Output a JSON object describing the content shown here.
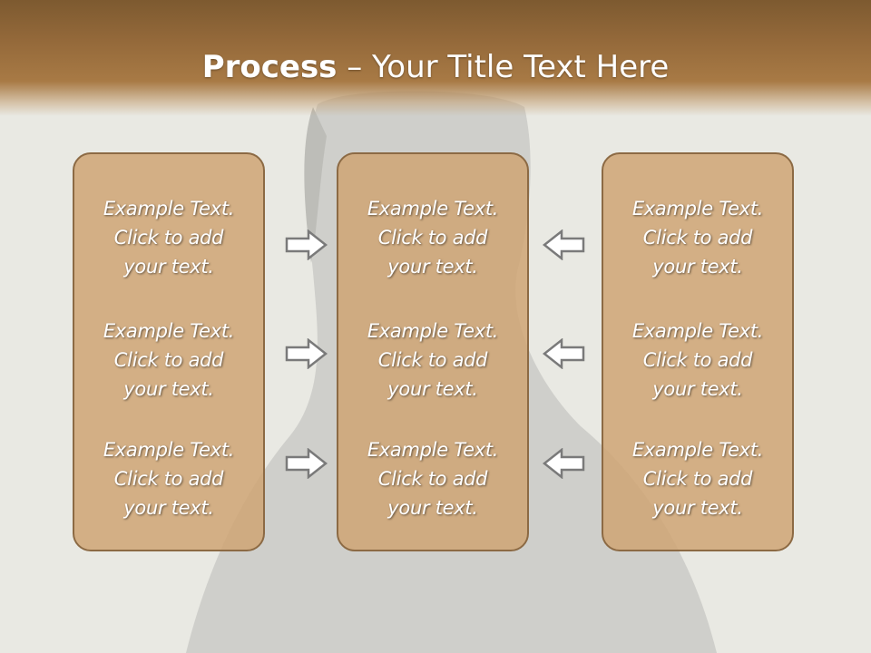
{
  "slide": {
    "title_bold": "Process",
    "title_rest": " – Your Title Text Here"
  },
  "columns": [
    {
      "items": [
        {
          "line1": "Example Text.",
          "line2": "Click  to add",
          "line3": "your text."
        },
        {
          "line1": "Example Text.",
          "line2": "Click  to add",
          "line3": "your text."
        },
        {
          "line1": "Example Text.",
          "line2": "Click  to add",
          "line3": "your text."
        }
      ]
    },
    {
      "items": [
        {
          "line1": "Example Text.",
          "line2": "Click  to add",
          "line3": "your text."
        },
        {
          "line1": "Example Text.",
          "line2": "Click  to add",
          "line3": "your text."
        },
        {
          "line1": "Example Text.",
          "line2": "Click  to add",
          "line3": "your text."
        }
      ]
    },
    {
      "items": [
        {
          "line1": "Example Text.",
          "line2": "Click  to add",
          "line3": "your text."
        },
        {
          "line1": "Example Text.",
          "line2": "Click  to add",
          "line3": "your text."
        },
        {
          "line1": "Example Text.",
          "line2": "Click  to add",
          "line3": "your text."
        }
      ]
    }
  ],
  "icons": {
    "left_arrows": "arrow-right-icon",
    "right_arrows": "arrow-left-icon"
  },
  "colors": {
    "header": "#94693a",
    "panel_fill": "#cea270",
    "panel_border": "#8c6a44",
    "background": "#e9e9e3"
  }
}
